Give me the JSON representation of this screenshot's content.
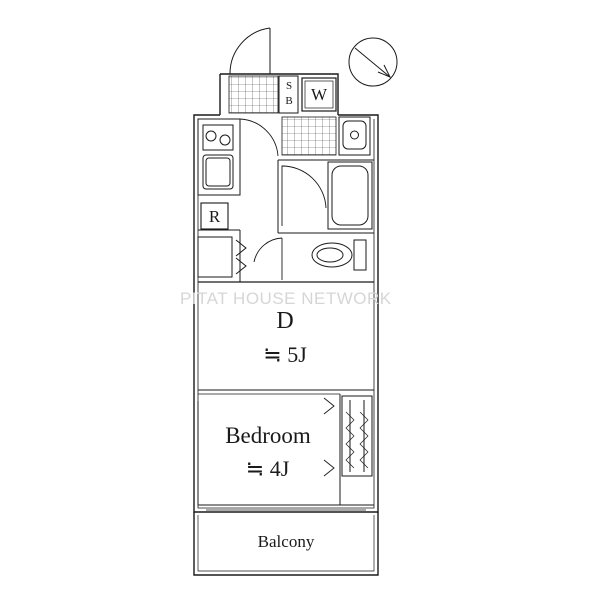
{
  "watermark": "PITAT HOUSE NETWORK",
  "rooms": {
    "dining": {
      "name": "D",
      "size": "≒ 5J"
    },
    "bedroom": {
      "name": "Bedroom",
      "size": "≒ 4J"
    },
    "balcony": {
      "name": "Balcony"
    }
  },
  "fixtures": {
    "shoe_box": "S\nB",
    "washer": "W",
    "refrigerator": "R"
  },
  "icons": [
    "compass-icon",
    "stove-icon",
    "sink-icon",
    "bathtub-icon",
    "toilet-icon",
    "washbasin-icon",
    "closet-icon"
  ]
}
